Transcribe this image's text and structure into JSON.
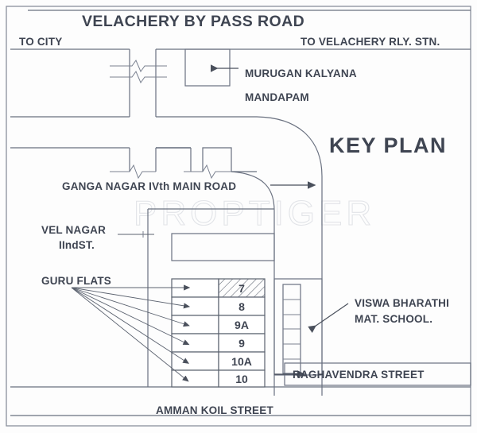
{
  "map": {
    "title": "VELACHERY BY PASS ROAD",
    "key_plan_label": "KEY  PLAN",
    "watermark": "PROPTIGER",
    "directions": {
      "to_city": "TO CITY",
      "to_railway_station": "TO VELACHERY RLY. STN."
    },
    "landmarks": {
      "murugan_line1": "MURUGAN KALYANA",
      "murugan_line2": "MANDAPAM",
      "school_line1": "VISWA BHARATHI",
      "school_line2": "MAT. SCHOOL."
    },
    "streets": {
      "ganga_nagar": "GANGA NAGAR IVth MAIN ROAD",
      "vel_nagar_line1": "VEL NAGAR",
      "vel_nagar_line2": "IIndST.",
      "raghavendra": "RAGHAVENDRA STREET",
      "amman_koil": "AMMAN KOIL  STREET"
    },
    "project": {
      "label": "GURU FLATS",
      "units": [
        {
          "number": "7",
          "highlighted": true
        },
        {
          "number": "8",
          "highlighted": false
        },
        {
          "number": "9A",
          "highlighted": false
        },
        {
          "number": "9",
          "highlighted": false
        },
        {
          "number": "10A",
          "highlighted": false
        },
        {
          "number": "10",
          "highlighted": false
        }
      ]
    },
    "colors": {
      "line": "#6a7180",
      "text": "#3f4552",
      "background": "#fdfdfd",
      "watermark": "#e2e4e8",
      "highlight_hatch": "#5b626f"
    }
  }
}
